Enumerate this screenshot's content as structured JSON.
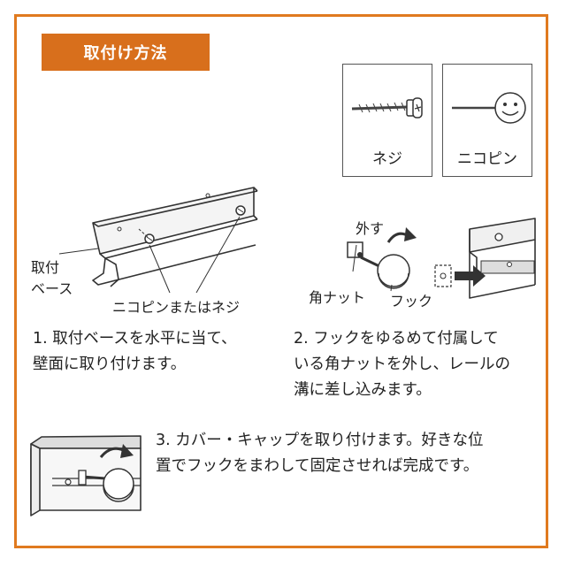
{
  "title": "取付け方法",
  "accent_color": "#d86f1c",
  "parts": [
    {
      "label": "ネジ",
      "icon": "screw-icon"
    },
    {
      "label": "ニコピン",
      "icon": "smiley-pin-icon"
    }
  ],
  "step1": {
    "labels": {
      "base_line1": "取付",
      "base_line2": "ベース",
      "pin_or_screw": "ニコピンまたはネジ"
    },
    "text_line1": "1. 取付ベースを水平に当て、",
    "text_line2": "壁面に取り付けます。"
  },
  "step2": {
    "labels": {
      "remove": "外す",
      "square_nut": "角ナット",
      "hook": "フック"
    },
    "text_line1": "2. フックをゆるめて付属して",
    "text_line2": "いる角ナットを外し、レールの",
    "text_line3": "溝に差し込みます。"
  },
  "step3": {
    "text_line1": "3. カバー・キャップを取り付けます。好きな位",
    "text_line2": "置でフックをまわして固定させれば完成です。"
  }
}
